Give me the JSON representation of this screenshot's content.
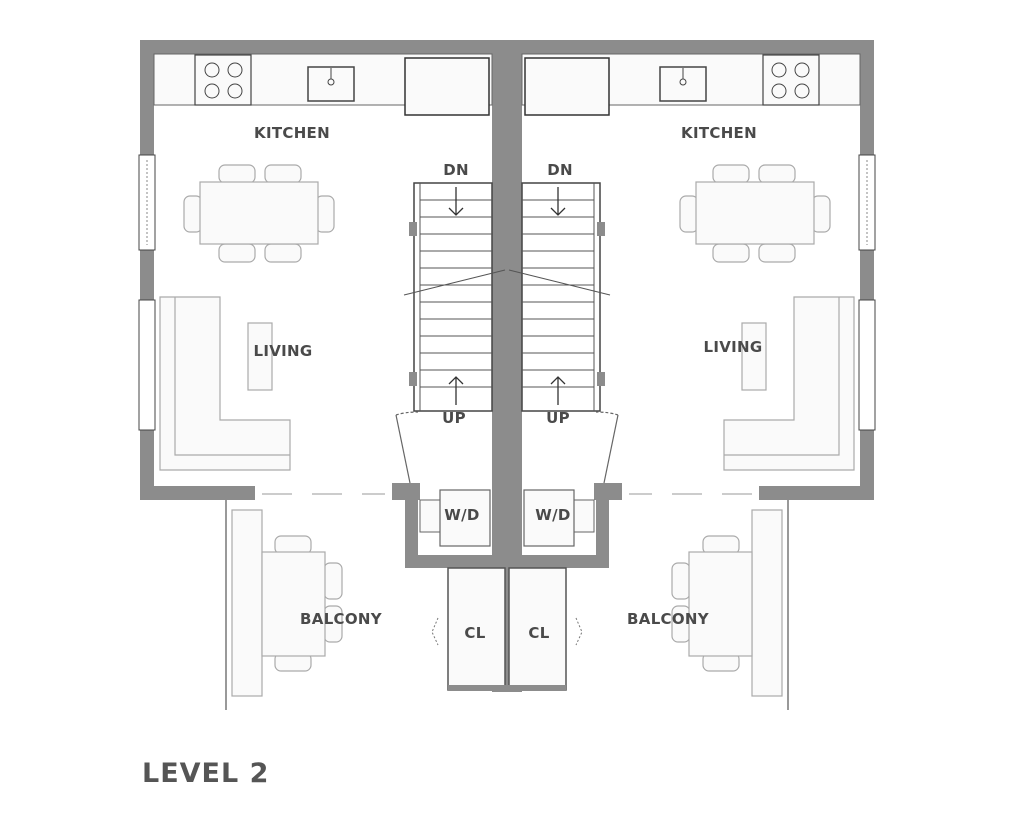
{
  "title": "LEVEL 2",
  "units": [
    {
      "kitchen": "KITCHEN",
      "dn": "DN",
      "living": "LIVING",
      "up": "UP",
      "wd": "W/D",
      "balcony": "BALCONY",
      "closet": "CL"
    },
    {
      "kitchen": "KITCHEN",
      "dn": "DN",
      "living": "LIVING",
      "up": "UP",
      "wd": "W/D",
      "balcony": "BALCONY",
      "closet": "CL"
    }
  ],
  "colors": {
    "wall": "#8c8c8c",
    "line": "#555555",
    "text": "#4a4a4a"
  }
}
